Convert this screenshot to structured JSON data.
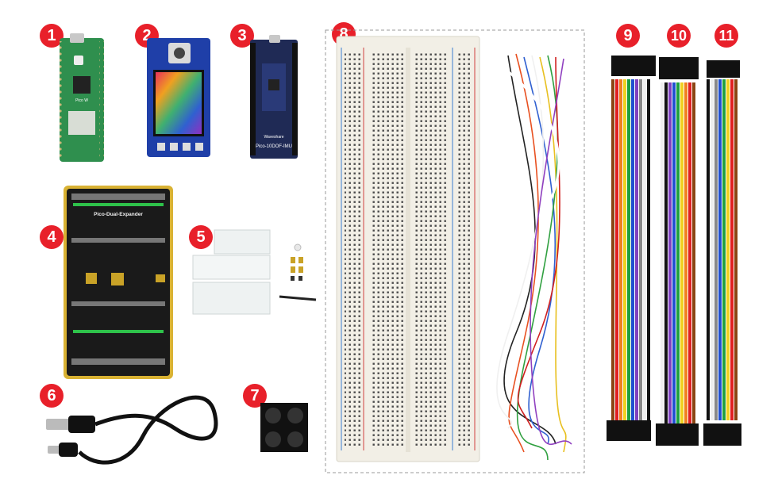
{
  "badges": [
    "1",
    "2",
    "3",
    "4",
    "5",
    "6",
    "7",
    "8",
    "9",
    "10",
    "11"
  ],
  "board_labels": {
    "pico_w": "Pico W",
    "imu": "Pico-10DOF-IMU",
    "imu_brand": "Waveshare",
    "expander": "Pico-Dual-Expander"
  },
  "colors": {
    "badge": "#e8202a",
    "pcb_green": "#2f8f4e",
    "pcb_blue": "#1f3fa8",
    "pcb_black": "#1a1a1a",
    "expander_gold": "#d9b233",
    "breadboard": "#f2efe6"
  }
}
